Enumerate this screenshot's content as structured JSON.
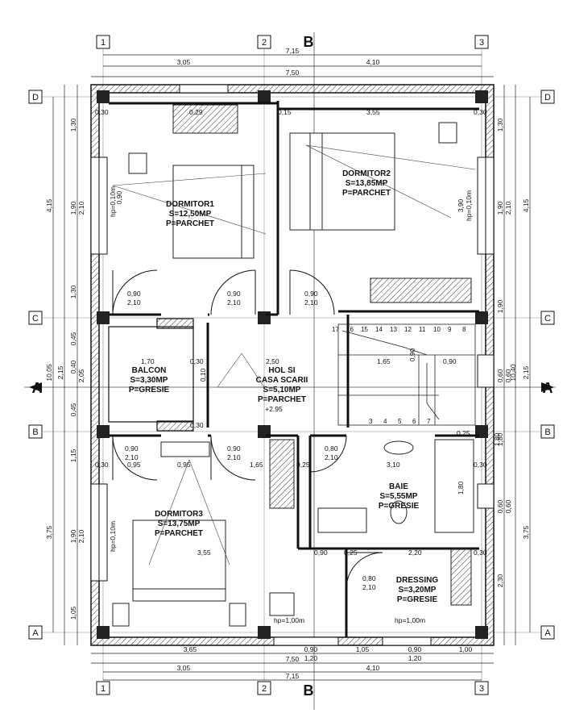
{
  "axes": {
    "vertical": [
      "1",
      "2",
      "3"
    ],
    "horizontal": [
      "D",
      "C",
      "B",
      "A"
    ],
    "section_vertical": "B",
    "section_horizontal": "A"
  },
  "rooms": [
    {
      "id": "dormitor1",
      "name": "DORMITOR1",
      "area": "S=12,50MP",
      "floor": "P=PARCHET"
    },
    {
      "id": "dormitor2",
      "name": "DORMITOR2",
      "area": "S=13,85MP",
      "floor": "P=PARCHET"
    },
    {
      "id": "balcon",
      "name": "BALCON",
      "area": "S=3,30MP",
      "floor": "P=GRESIE"
    },
    {
      "id": "hol",
      "name": "HOL SI",
      "name2": "CASA SCARII",
      "area": "S=5,10MP",
      "floor": "P=PARCHET",
      "level": "+2.95"
    },
    {
      "id": "baie",
      "name": "BAIE",
      "area": "S=5,55MP",
      "floor": "P=GRESIE"
    },
    {
      "id": "dormitor3",
      "name": "DORMITOR3",
      "area": "S=13,75MP",
      "floor": "P=PARCHET"
    },
    {
      "id": "dressing",
      "name": "DRESSING",
      "area": "S=3,20MP",
      "floor": "P=GRESIE"
    }
  ],
  "dimensions": {
    "top": [
      "7,15",
      "3,05",
      "4,10",
      "7,50"
    ],
    "bottom": [
      "3,65",
      "0,90",
      "1,05",
      "0,90",
      "1,00",
      "1,20",
      "1,20",
      "7,50",
      "3,05",
      "4,10",
      "7,15"
    ],
    "left": [
      "4,15",
      "1,30",
      "1,90",
      "2,10",
      "1,30",
      "0,45",
      "2,15",
      "0,40",
      "2,05",
      "0,45",
      "10,05",
      "1,15",
      "3,75",
      "1,90",
      "2,10",
      "1,05"
    ],
    "right": [
      "4,15",
      "1,30",
      "1,90",
      "2,10",
      "1,90",
      "10,40",
      "2,15",
      "0,60",
      "0,60",
      "1,80",
      "3,75",
      "2,30",
      "0,60",
      "0,60"
    ]
  },
  "openings": [
    {
      "id": "d1",
      "w": "0,90",
      "h": "2,10"
    },
    {
      "id": "d2",
      "w": "0,90",
      "h": "2,10"
    },
    {
      "id": "d3",
      "w": "0,90",
      "h": "2,10"
    },
    {
      "id": "d4",
      "w": "0,90",
      "h": "2,10"
    },
    {
      "id": "d5",
      "w": "0,90",
      "h": "2,10"
    },
    {
      "id": "d6",
      "w": "0,80",
      "h": "2,10"
    },
    {
      "id": "d7",
      "w": "0,80",
      "h": "2,10"
    }
  ],
  "interior_labels": {
    "w1": "0,30",
    "w2": "0,30",
    "w3": "3,55",
    "w4": "0,29",
    "w5": "0,15",
    "w6": "3,90",
    "w7": "0,90",
    "w8": "1,70",
    "w9": "2,50",
    "w10": "1,65",
    "w11": "0,90",
    "w12": "0,30",
    "w13": "1,65",
    "w14": "3,10",
    "w15": "1,80",
    "w16": "0,95",
    "w17": "0,95",
    "w18": "3,55",
    "w19": "0,90",
    "w20": "2,20",
    "w21": "0,25",
    "w22": "0,25",
    "w23": "0,30",
    "w24": "0,30",
    "w25": "1,80",
    "w26": "0,25",
    "w27": "0,30",
    "w28": "hp=1,00m",
    "w29": "hp=1,00m",
    "w30": "hp=0,10m",
    "w31": "hp=0,10m",
    "w32": "hp=0,10m",
    "w33": "0,10",
    "w34": "0,90",
    "w35": "0,30"
  },
  "stairs": [
    "17",
    "16",
    "15",
    "14",
    "13",
    "12",
    "11",
    "10",
    "9",
    "8",
    "7",
    "6",
    "5",
    "4",
    "3"
  ]
}
